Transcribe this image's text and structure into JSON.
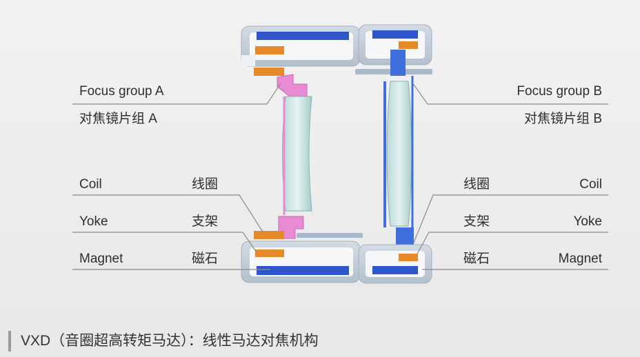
{
  "labels": {
    "left": {
      "focus_en": "Focus group A",
      "focus_zh": "对焦镜片组 A",
      "coil_en": "Coil",
      "coil_zh": "线圈",
      "yoke_en": "Yoke",
      "yoke_zh": "支架",
      "magnet_en": "Magnet",
      "magnet_zh": "磁石"
    },
    "right": {
      "focus_en": "Focus group B",
      "focus_zh": "对焦镜片组 B",
      "coil_en": "Coil",
      "coil_zh": "线圈",
      "yoke_en": "Yoke",
      "yoke_zh": "支架",
      "magnet_en": "Magnet",
      "magnet_zh": "磁石"
    }
  },
  "caption": "VXD（音圈超高转矩马达）：线性马达对焦机构",
  "colors": {
    "magnet": "#2e55c9",
    "coil": "#e58a2a",
    "holder_a": "#e98bd3",
    "holder_b": "#3f6fdc",
    "housing": "#c3cdd9",
    "lens": "#cfe5e4",
    "leader_line": "#8a8a8a"
  }
}
